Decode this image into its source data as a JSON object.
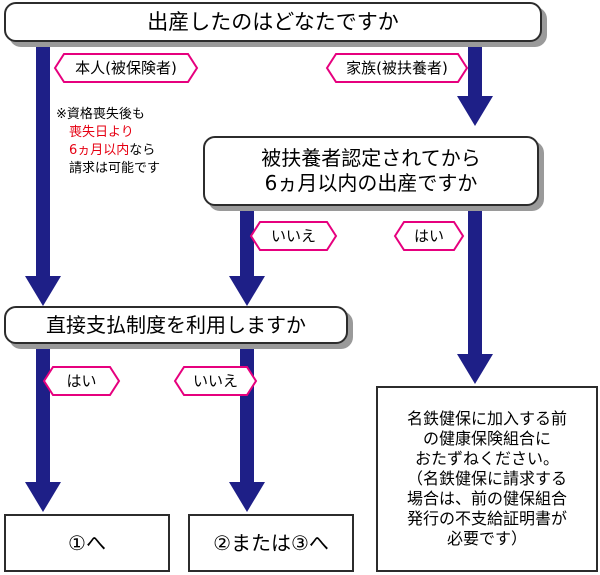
{
  "colors": {
    "arrow": "#1e1f87",
    "tag_border": "#e6007e",
    "box_border": "#2c2c2c",
    "shadow": "#9a9a9a",
    "highlight_text": "#e60012"
  },
  "q1": {
    "text": "出産したのはどなたですか"
  },
  "branch_self": {
    "label": "本人(被保険者)"
  },
  "branch_family": {
    "label": "家族(被扶養者)"
  },
  "note": {
    "line1": "※資格喪失後も",
    "line2": "喪失日より",
    "line3_red": "6ヵ月以内",
    "line3_rest": "なら",
    "line4": "請求は可能です"
  },
  "q2": {
    "line1": "被扶養者認定されてから",
    "line2": "6ヵ月以内の出産ですか"
  },
  "q2_no": {
    "label": "いいえ"
  },
  "q2_yes": {
    "label": "はい"
  },
  "q3": {
    "text": "直接支払制度を利用しますか"
  },
  "q3_yes": {
    "label": "はい"
  },
  "q3_no": {
    "label": "いいえ"
  },
  "result1": {
    "text": "①へ"
  },
  "result2": {
    "text": "②または③へ"
  },
  "result3": {
    "lines": [
      "名鉄健保に加入する前",
      "の健康保険組合に",
      "おたずねください。",
      "（名鉄健保に請求する",
      "場合は、前の健保組合",
      "発行の不支給証明書が",
      "必要です）"
    ]
  }
}
